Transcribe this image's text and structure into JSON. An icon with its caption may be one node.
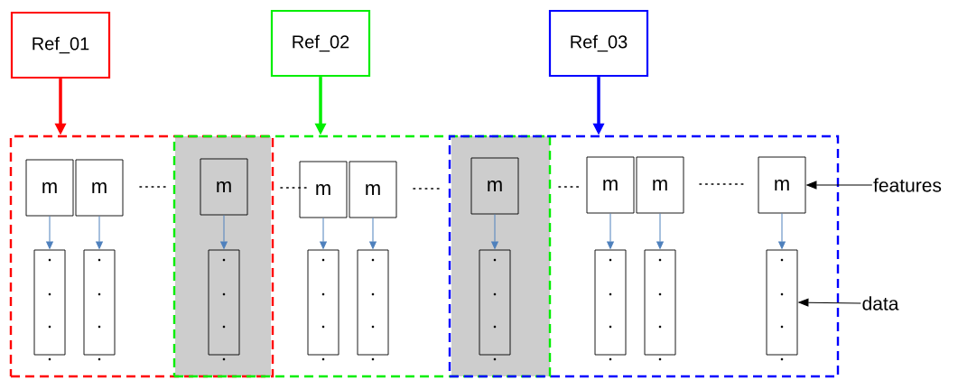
{
  "diagram": {
    "nodes": [
      {
        "text": [
          "Ref_01"
        ]
      },
      {
        "text": [
          "Ref_02"
        ]
      },
      {
        "text": [
          "Ref_03"
        ]
      },
      {
        "text": [],
        "shape": "box"
      },
      {
        "text": [],
        "shape": "box"
      },
      {
        "text": [],
        "shape": "box"
      },
      {
        "text": [
          "m"
        ],
        "in": 3
      },
      {
        "text": [
          "m"
        ],
        "in": 3
      },
      {
        "text": [
          "m"
        ]
      },
      {
        "text": [
          "m"
        ],
        "in": 4
      },
      {
        "text": [
          "m"
        ],
        "in": 4
      },
      {
        "text": [
          "m"
        ]
      },
      {
        "text": [
          "m"
        ],
        "in": 5
      },
      {
        "text": [
          "m"
        ],
        "in": 5
      },
      {
        "text": [
          "m"
        ],
        "in": 5
      },
      {
        "text": [],
        "shape": "box",
        "in": 3
      },
      {
        "text": [],
        "shape": "box",
        "in": 3
      },
      {
        "text": [],
        "shape": "box"
      },
      {
        "text": [],
        "shape": "box",
        "in": 4
      },
      {
        "text": [],
        "shape": "box",
        "in": 4
      },
      {
        "text": [],
        "shape": "box"
      },
      {
        "text": [],
        "shape": "box",
        "in": 5
      },
      {
        "text": [],
        "shape": "box",
        "in": 5
      },
      {
        "text": [],
        "shape": "box",
        "in": 5
      },
      {
        "text": [
          "features"
        ]
      },
      {
        "text": [
          "data"
        ]
      }
    ],
    "edges": [
      {
        "from": 0,
        "to": 3,
        "arrow": "to",
        "style": "thick",
        "color": "#ff0000"
      },
      {
        "from": 1,
        "to": 4,
        "arrow": "to",
        "style": "thick",
        "color": "#00ee00"
      },
      {
        "from": 2,
        "to": 5,
        "arrow": "to",
        "style": "thick",
        "color": "#0000ff"
      },
      {
        "from": 6,
        "to": 15,
        "arrow": "to"
      },
      {
        "from": 7,
        "to": 16,
        "arrow": "to"
      },
      {
        "from": 8,
        "to": 17,
        "arrow": "to"
      },
      {
        "from": 9,
        "to": 18,
        "arrow": "to"
      },
      {
        "from": 10,
        "to": 19,
        "arrow": "to"
      },
      {
        "from": 11,
        "to": 20,
        "arrow": "to"
      },
      {
        "from": 12,
        "to": 21,
        "arrow": "to"
      },
      {
        "from": 13,
        "to": 22,
        "arrow": "to"
      },
      {
        "from": 14,
        "to": 23,
        "arrow": "to"
      },
      {
        "from": 24,
        "to": 14,
        "arrow": "to",
        "color": "#000000"
      },
      {
        "from": 25,
        "to": 23,
        "arrow": "to",
        "color": "#000000"
      }
    ]
  }
}
